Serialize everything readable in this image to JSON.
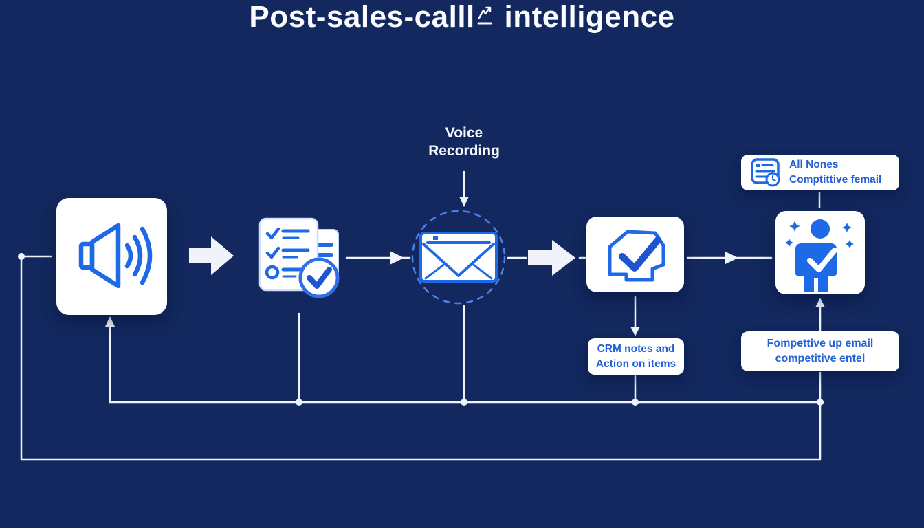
{
  "colors": {
    "background": "#12285e",
    "accent_blue": "#1e6ae6",
    "text_blue": "#2361d6",
    "line_white": "#f0f3fa",
    "dashed_circle_blue": "#4d82ea"
  },
  "title": {
    "part1": "Post-sales-calll",
    "part2": "intelligence"
  },
  "voice_label": {
    "line1": "Voice",
    "line2": "Recording"
  },
  "callouts": {
    "all_notes": {
      "line1": "All Nones",
      "line2": "Comptittive femail"
    },
    "crm_notes": {
      "line1": "CRM notes and",
      "line2": "Action on items"
    },
    "follow_up": {
      "line1": "Fompettive up email",
      "line2": "competitive entel"
    }
  },
  "icons": {
    "speaker": "speaker-with-sound-waves",
    "checklist": "checklist-documents-with-check-badge",
    "envelope": "email-envelope-in-dashed-circle",
    "head_check": "head-with-checkmark",
    "person": "person-with-sparkles-and-check",
    "notes": "notes-document-with-clock"
  }
}
